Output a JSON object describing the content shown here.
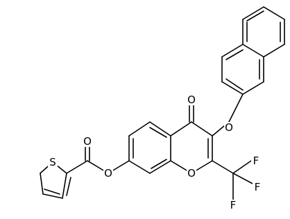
{
  "figure": {
    "type": "chemical-structure",
    "background": "#ffffff",
    "bond_color": "#000000"
  },
  "atom_labels": {
    "s_thiophene": "S",
    "o_carbonyl_ester": "O",
    "o_ester": "O",
    "o_ring": "O",
    "o_ketone": "O",
    "o_ether": "O",
    "f_1": "F",
    "f_2": "F",
    "f_3": "F"
  }
}
